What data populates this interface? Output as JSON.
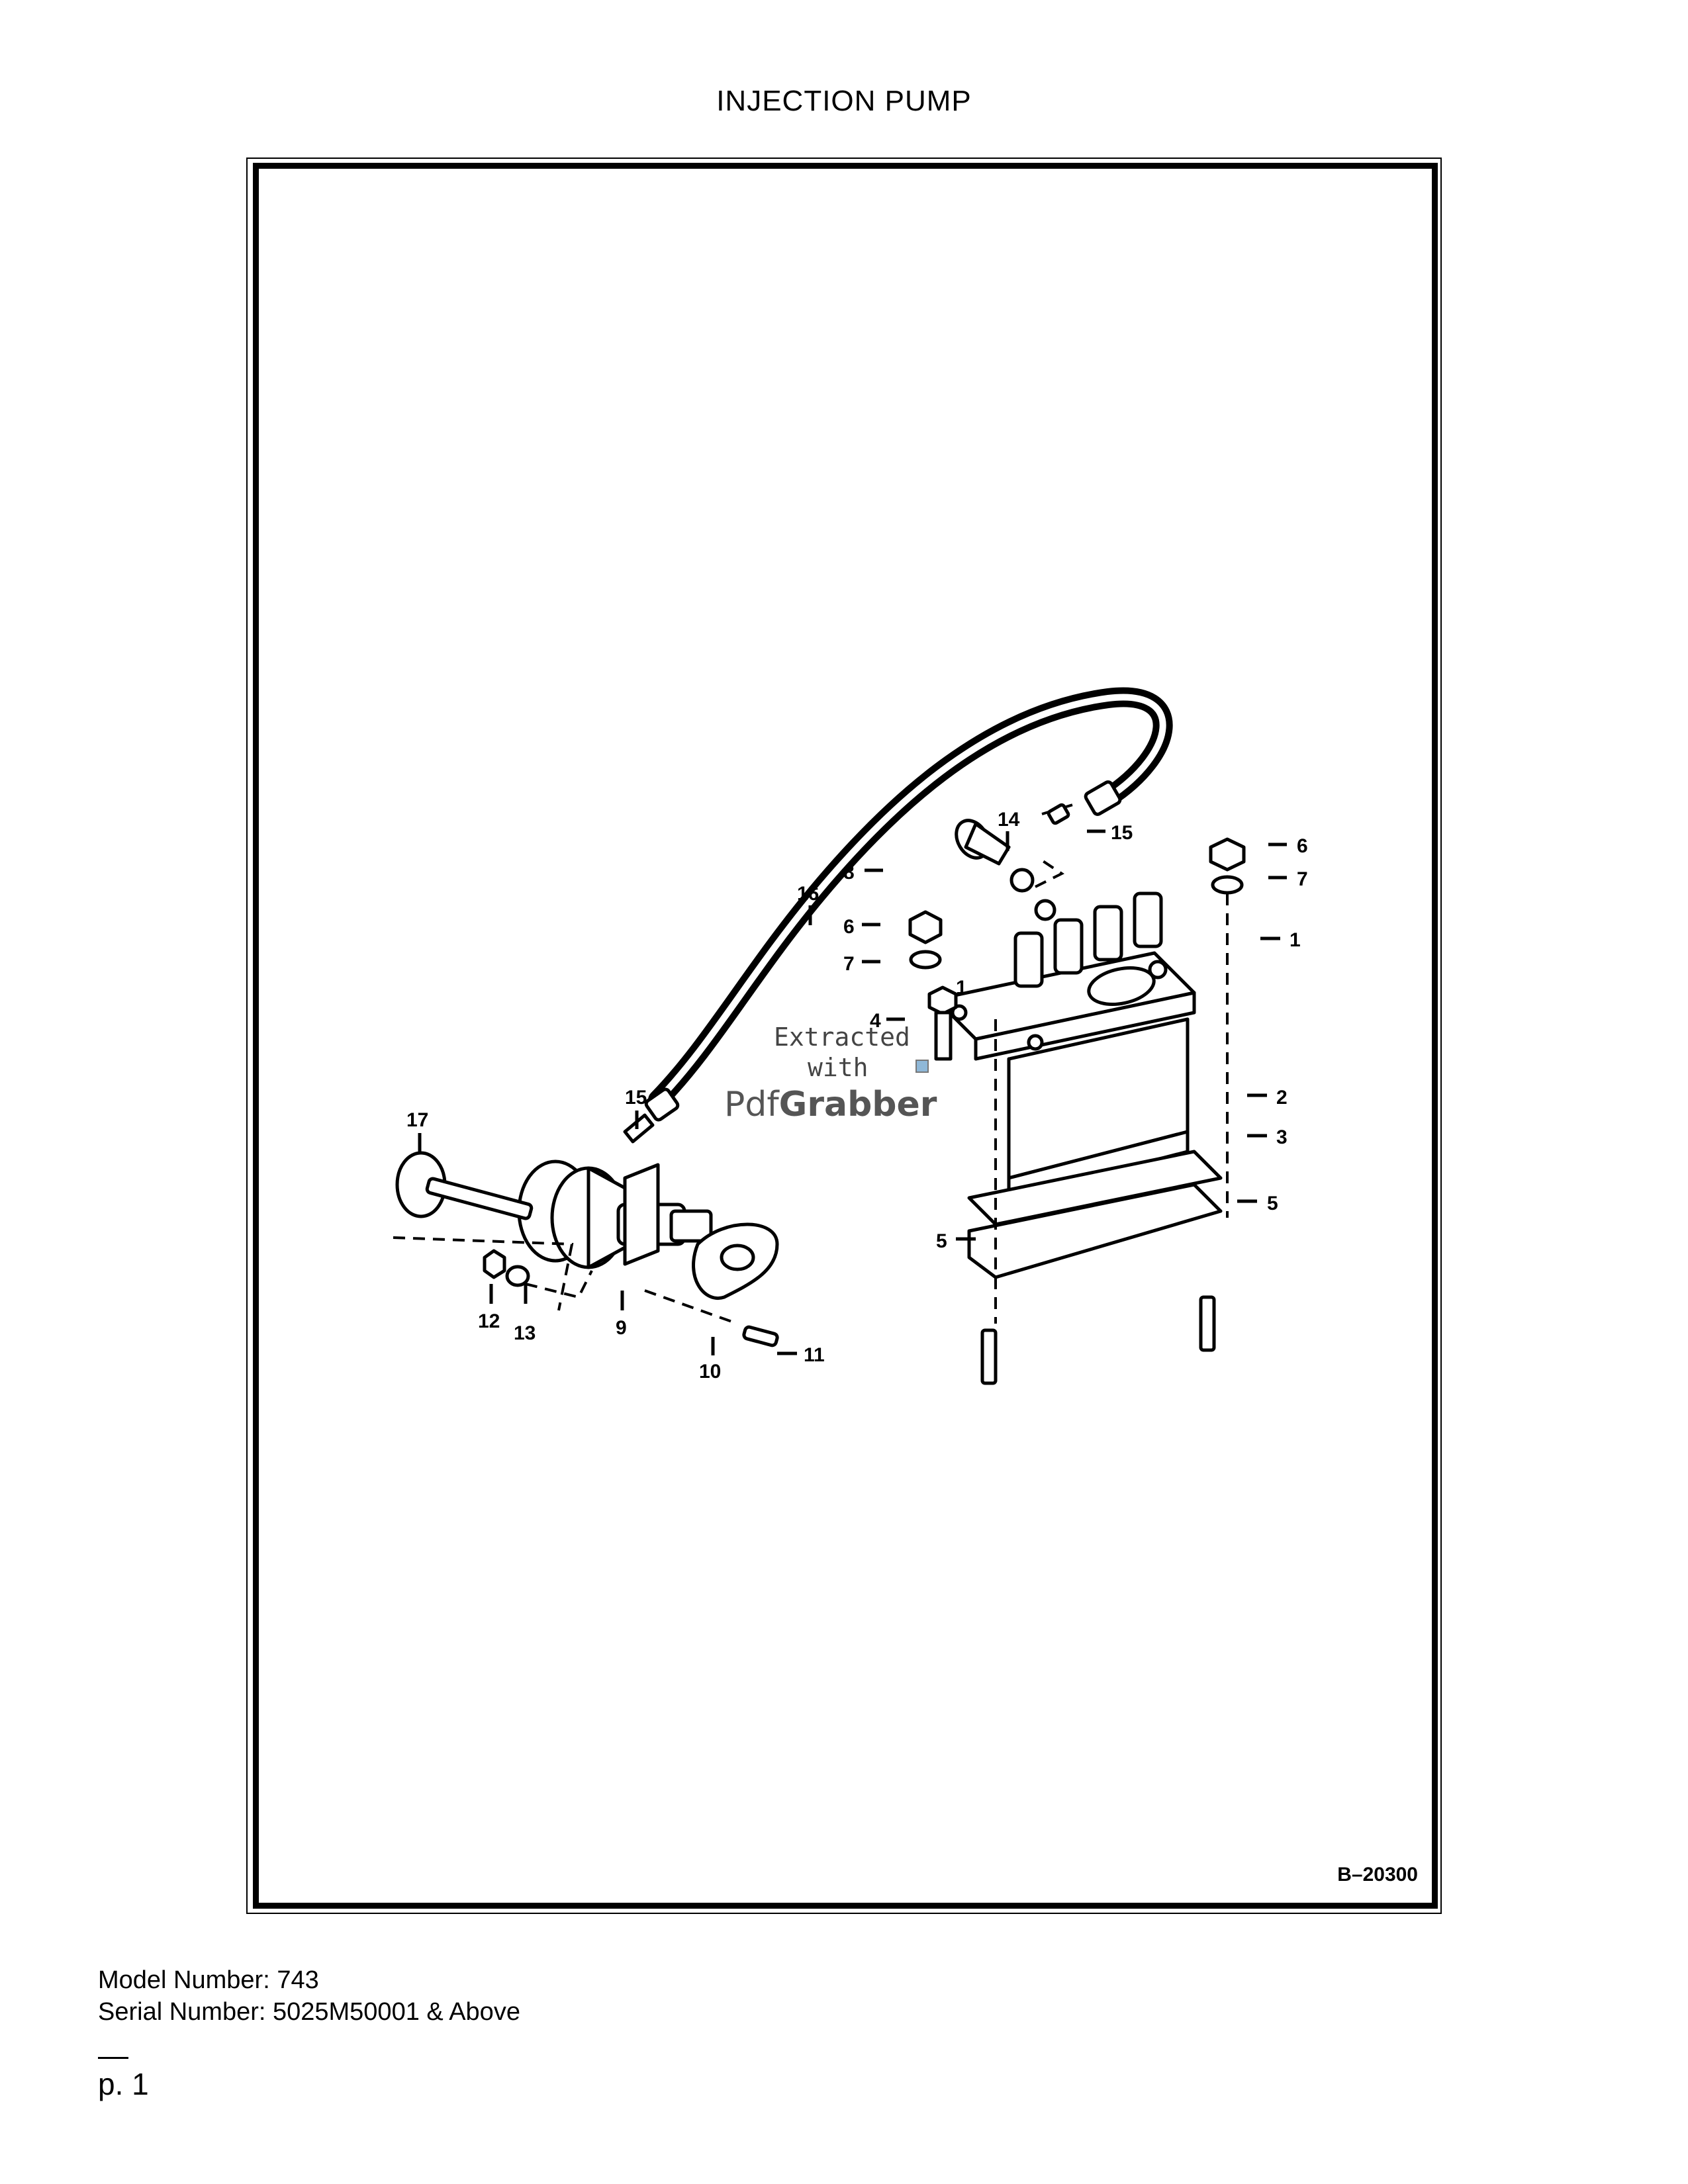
{
  "page": {
    "title": "INJECTION PUMP",
    "model_number": "Model Number: 743",
    "serial_number": "Serial Number: 5025M50001 & Above",
    "page_label": "p. 1"
  },
  "diagram": {
    "reference_code": "B–20300",
    "watermark_line1": "Extracted",
    "watermark_line2": "with",
    "watermark_brand_a": "Pdf",
    "watermark_brand_b": "Grabber",
    "callouts": [
      "1",
      "1",
      "2",
      "3",
      "4",
      "5",
      "5",
      "6",
      "6",
      "7",
      "7",
      "8",
      "9",
      "10",
      "11",
      "12",
      "13",
      "14",
      "15",
      "15",
      "16",
      "17"
    ]
  }
}
